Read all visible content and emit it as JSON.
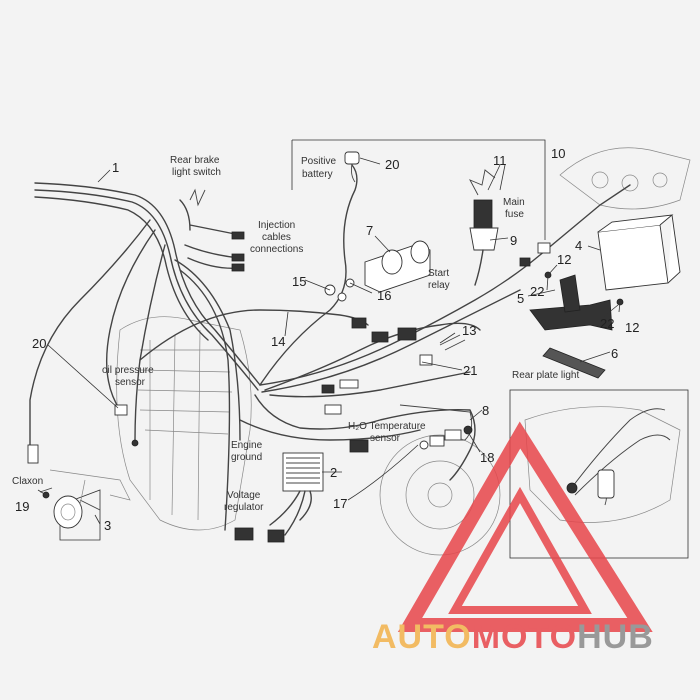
{
  "labels": {
    "rear_brake": [
      "Rear brake",
      "light switch"
    ],
    "injection": [
      "Injection",
      "cables",
      "connections"
    ],
    "positive_battery": [
      "Positive",
      "battery"
    ],
    "main_fuse": [
      "Main",
      "fuse"
    ],
    "start_relay": [
      "Start",
      "relay"
    ],
    "oil_pressure": [
      "oil pressure",
      "sensor"
    ],
    "engine_ground": [
      "Engine",
      "ground"
    ],
    "voltage_regulator": [
      "Voltage",
      "regulator"
    ],
    "h2o_sensor": [
      "H₂O Temperature",
      "sensor"
    ],
    "rear_plate": "Rear plate light",
    "claxon": "Claxon"
  },
  "callouts": {
    "n1": "1",
    "n2": "2",
    "n3": "3",
    "n4": "4",
    "n5": "5",
    "n6": "6",
    "n7": "7",
    "n8": "8",
    "n9": "9",
    "n10": "10",
    "n11": "11",
    "n12a": "12",
    "n12b": "12",
    "n13": "13",
    "n14": "14",
    "n15": "15",
    "n16": "16",
    "n17": "17",
    "n18": "18",
    "n19": "19",
    "n20a": "20",
    "n20b": "20",
    "n21": "21",
    "n22a": "22",
    "n22b": "22"
  },
  "watermark": {
    "part1": "AUTO",
    "part2": "MOTO",
    "part3": "HUB",
    "colors": {
      "triangle": "#e8464b",
      "auto": "#f2b24a",
      "moto": "#e8464b",
      "hub": "#8a8a8a"
    }
  }
}
